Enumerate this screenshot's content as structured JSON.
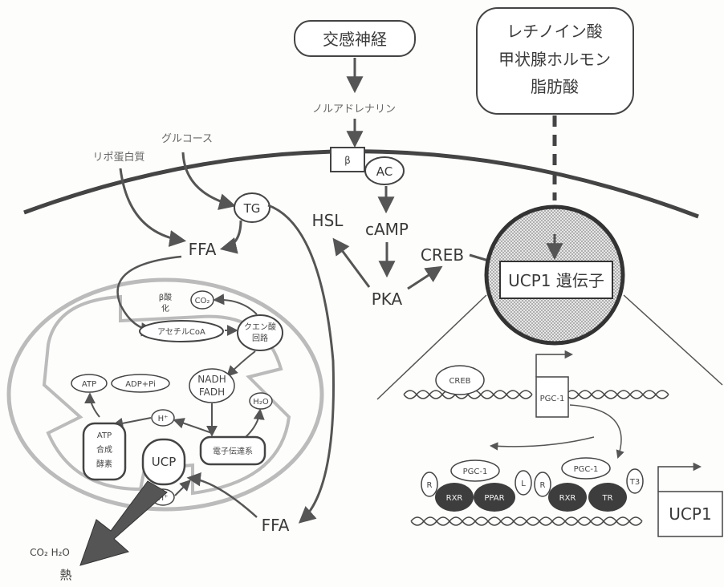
{
  "boxes": {
    "sympathetic": "交感神経",
    "ligand_line1": "レチノイン酸",
    "ligand_line2": "甲状腺ホルモン",
    "ligand_line3": "脂肪酸"
  },
  "labels": {
    "noradrenaline": "ノルアドレナリン",
    "glucose": "グルコース",
    "lipoprotein": "リポ蛋白質",
    "beta": "β",
    "ac": "AC",
    "tg": "TG",
    "hsl": "HSL",
    "camp": "cAMP",
    "creb": "CREB",
    "pka": "PKA",
    "ffa_top": "FFA",
    "ffa_bottom": "FFA",
    "ucp1_gene": "UCP1 遺伝子",
    "co2_h2o": "CO₂ H₂O",
    "heat": "熱"
  },
  "mito": {
    "beta_ox_1": "β酸",
    "beta_ox_2": "化",
    "co2": "CO₂",
    "acetyl_coa": "アセチルCoA",
    "tca_1": "クエン酸",
    "tca_2": "回路",
    "nadh": "NADH",
    "fadh": "FADH",
    "atp": "ATP",
    "adp": "ADP+Pi",
    "h_top": "H⁺",
    "h_bottom": "H⁺",
    "h2o": "H₂O",
    "atp_synth_1": "ATP",
    "atp_synth_2": "合成",
    "atp_synth_3": "酵素",
    "ucp": "UCP",
    "etc": "電子伝達系"
  },
  "dna": {
    "creb": "CREB",
    "pgc1_gene": "PGC-1",
    "r1": "R",
    "pgc1_a": "PGC-1",
    "rxr": "RXR",
    "ppar": "PPAR",
    "l": "L",
    "r2": "R",
    "pgc1_b": "PGC-1",
    "rxr2": "RXR",
    "tr": "TR",
    "t3": "T3",
    "ucp1": "UCP1"
  }
}
